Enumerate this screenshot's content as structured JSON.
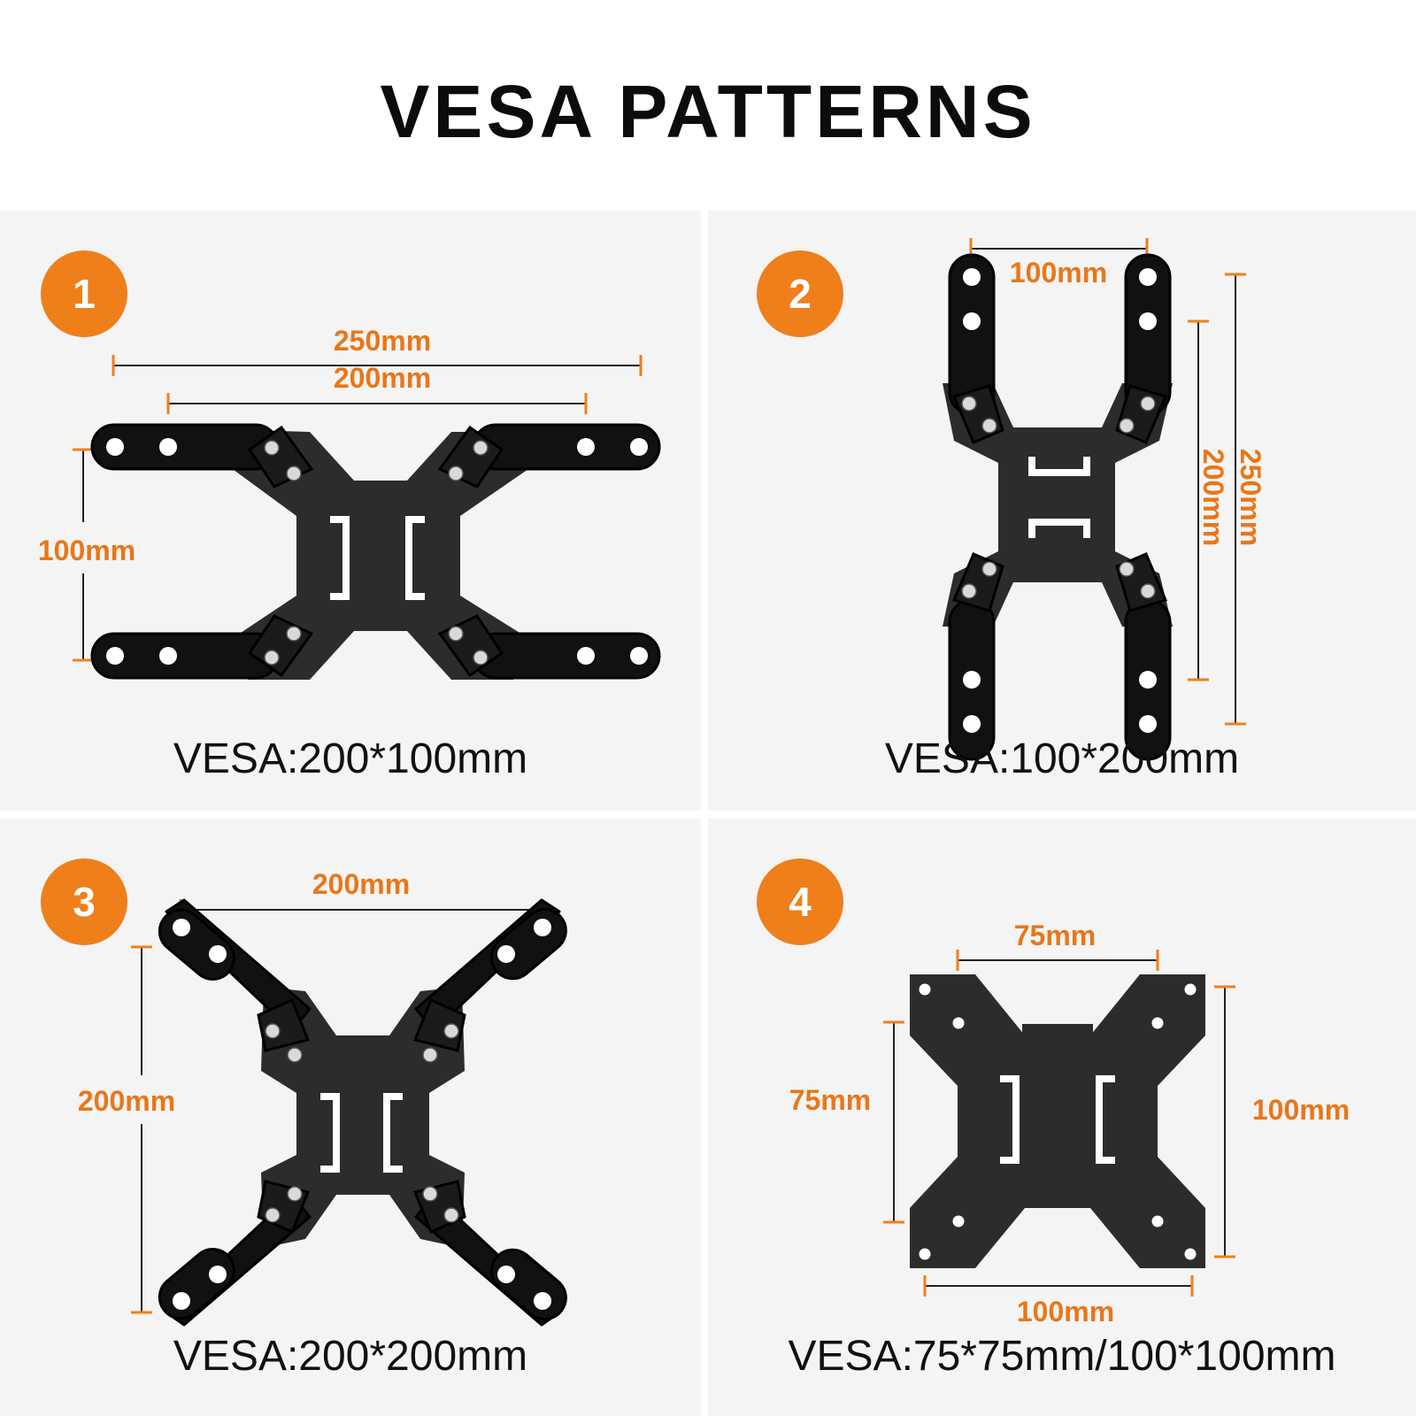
{
  "title": "VESA PATTERNS",
  "accent_color": "#ef7f1a",
  "panels": [
    {
      "number": "1",
      "caption": "VESA:200*100mm",
      "dims": {
        "outer_width": "250mm",
        "inner_width": "200mm",
        "height": "100mm"
      }
    },
    {
      "number": "2",
      "caption": "VESA:100*200mm",
      "dims": {
        "width": "100mm",
        "inner_height": "200mm",
        "outer_height": "250mm"
      }
    },
    {
      "number": "3",
      "caption": "VESA:200*200mm",
      "dims": {
        "width": "200mm",
        "height": "200mm"
      }
    },
    {
      "number": "4",
      "caption": "VESA:75*75mm/100*100mm",
      "dims": {
        "top_width": "75mm",
        "left_height": "75mm",
        "right_height": "100mm",
        "bottom_width": "100mm"
      }
    }
  ]
}
